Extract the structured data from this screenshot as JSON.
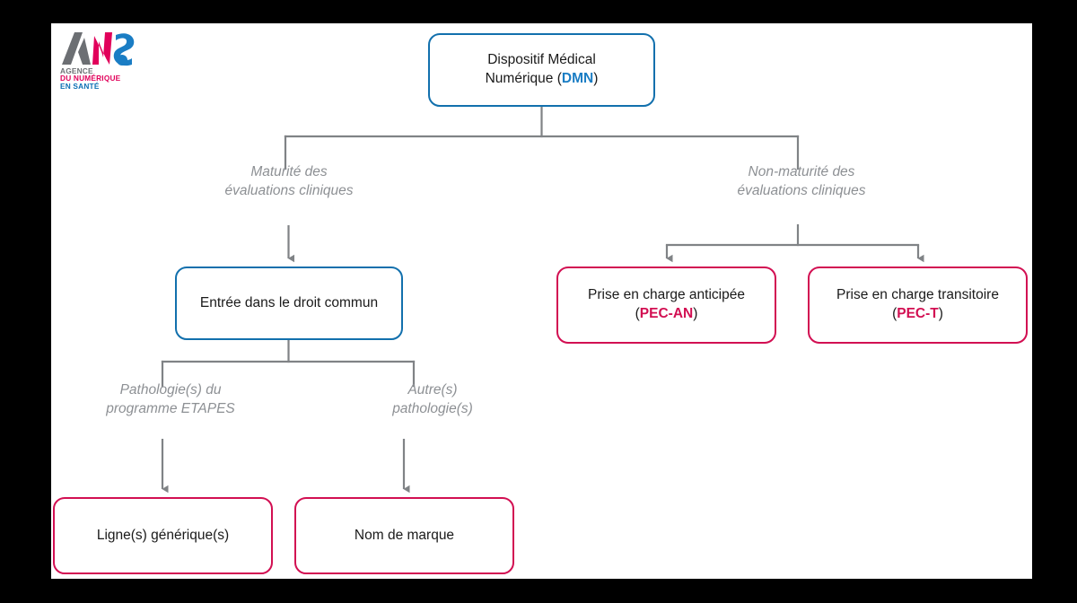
{
  "page": {
    "background_color": "#000000",
    "sheet_color": "#ffffff"
  },
  "logo": {
    "name": "ANS",
    "line1": "AGENCE",
    "line2": "DU NUMÉRIQUE",
    "line3": "EN SANTÉ",
    "colors": {
      "gray": "#6c6f73",
      "pink": "#e1005a",
      "blue": "#0b6fb4"
    }
  },
  "colors": {
    "blue_border": "#1270ad",
    "pink_border": "#d20f52",
    "accent_blue": "#1a7dc4",
    "accent_pink": "#d20f52",
    "connector_gray": "#808386",
    "label_gray": "#8d9094"
  },
  "diagram": {
    "nodes": {
      "dmn": {
        "text_line1": "Dispositif Médical",
        "text_line2_prefix": "Numérique (",
        "text_line2_accent": "DMN",
        "text_line2_suffix": ")",
        "border": "blue"
      },
      "droit_commun": {
        "text": "Entrée dans le droit commun",
        "border": "blue"
      },
      "pec_an": {
        "text_line1": "Prise en charge anticipée",
        "text_line2_prefix": "(",
        "text_line2_accent": "PEC-AN",
        "text_line2_suffix": ")",
        "border": "pink"
      },
      "pec_t": {
        "text_line1": "Prise en charge transitoire",
        "text_line2_prefix": "(",
        "text_line2_accent": "PEC-T",
        "text_line2_suffix": ")",
        "border": "pink"
      },
      "ligne_generique": {
        "text": "Ligne(s) générique(s)",
        "border": "pink"
      },
      "nom_de_marque": {
        "text": "Nom de marque",
        "border": "pink"
      }
    },
    "edge_labels": {
      "maturite": {
        "line1": "Maturité des",
        "line2": "évaluations cliniques"
      },
      "non_maturite": {
        "line1": "Non-maturité des",
        "line2": "évaluations cliniques"
      },
      "pathologies_etapes": {
        "line1": "Pathologie(s) du",
        "line2": "programme ETAPES"
      },
      "autres_pathologies": {
        "line1": "Autre(s)",
        "line2": "pathologie(s)"
      }
    }
  }
}
